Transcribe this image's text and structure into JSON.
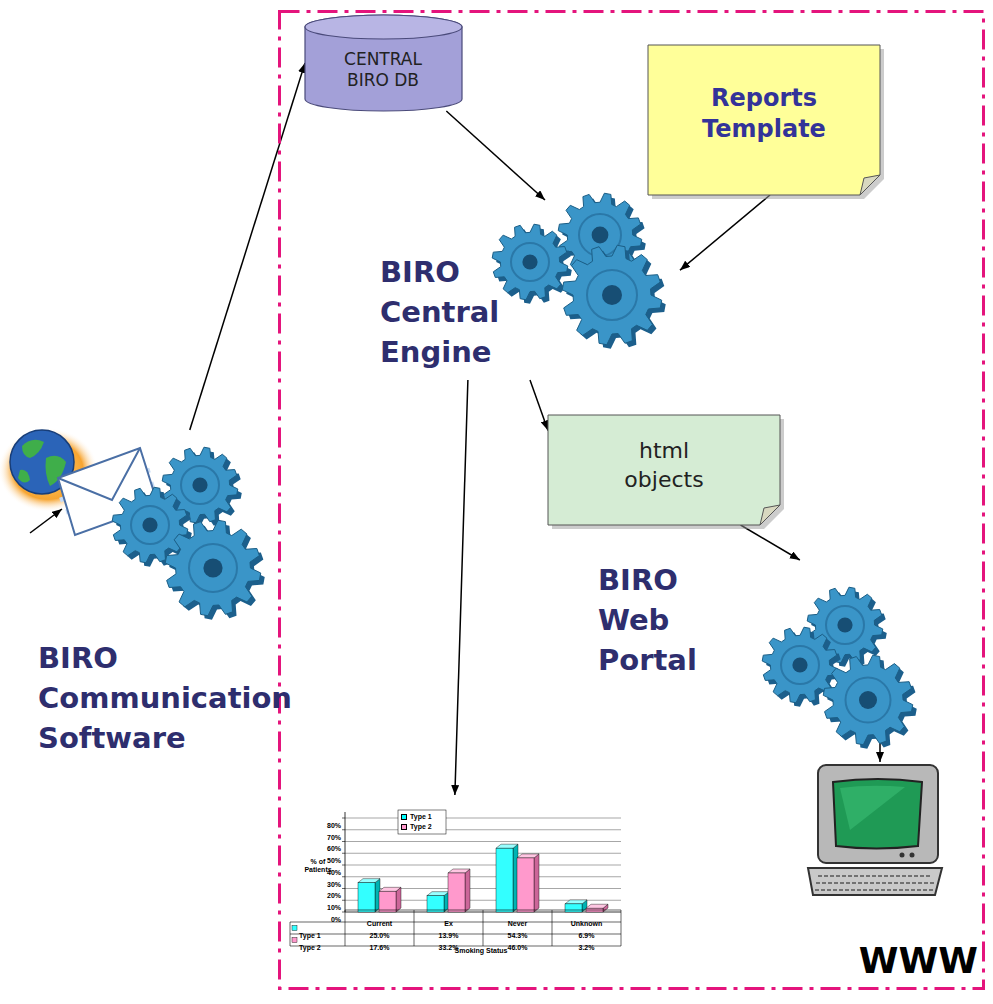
{
  "diagram": {
    "nodes": [
      {
        "text": [
          "WWW"
        ]
      },
      {
        "text": [
          "CENTRAL BIRO DB"
        ],
        "in": 0
      },
      {
        "text": [
          "Reports Template"
        ],
        "in": 0
      },
      {
        "text": [
          "BIRO Central Engine"
        ],
        "in": 0
      },
      {
        "text": [
          "html objects"
        ],
        "in": 0
      },
      {
        "text": [
          "BIRO Web Portal"
        ],
        "in": 0
      },
      {
        "text": [
          "BIRO Communication Software"
        ]
      },
      {
        "text": [
          "Smoking Status"
        ],
        "in": 0
      }
    ],
    "edges": [
      {
        "from": 6,
        "to": 1,
        "arrow": "to"
      },
      {
        "from": 1,
        "to": 3,
        "arrow": "to"
      },
      {
        "from": 2,
        "to": 3,
        "arrow": "to"
      },
      {
        "from": 3,
        "to": 4,
        "arrow": "to"
      },
      {
        "from": 4,
        "to": 5,
        "arrow": "to"
      },
      {
        "from": 3,
        "to": 7,
        "arrow": "to"
      }
    ],
    "labels": [
      "80%",
      "70%",
      "60%",
      "50%",
      "40%",
      "30%",
      "20%",
      "10%",
      "0%",
      "% of Patients",
      "Current",
      "Ex",
      "Never",
      "Unknown",
      "Type 1",
      "25.0%",
      "13.9%",
      "54.3%",
      "6.9%",
      "Type 2",
      "17.6%",
      "33.2%",
      "46.0%",
      "3.2%"
    ],
    "legend": [
      {
        "text": "Type 1",
        "color": "#00ffff"
      },
      {
        "text": "Type 2",
        "color": "#ff99cc"
      }
    ]
  }
}
